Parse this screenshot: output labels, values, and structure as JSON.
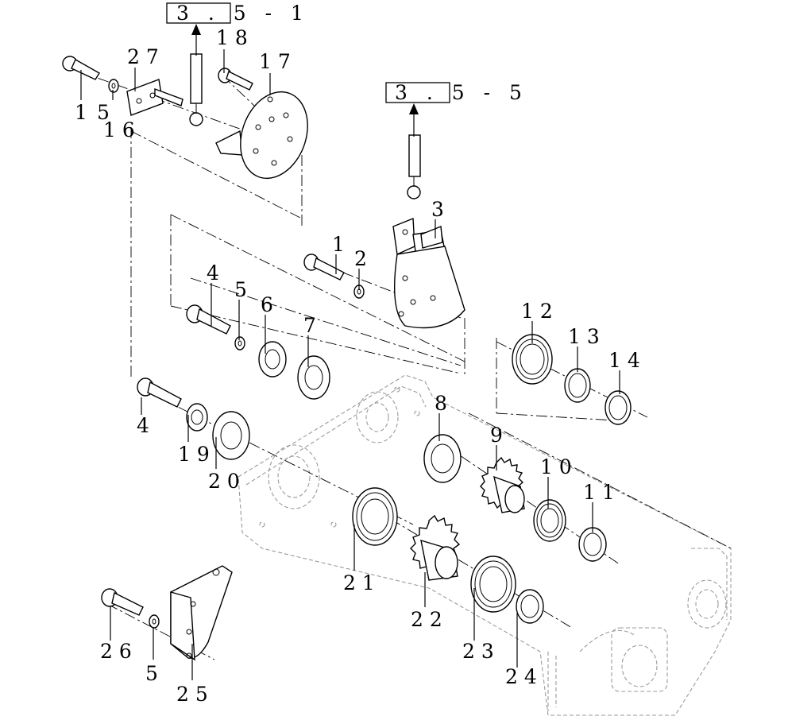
{
  "references": [
    {
      "id": "ref-top",
      "text": "3 . 5 - 1"
    },
    {
      "id": "ref-mid",
      "text": "3 . 5 - 5"
    }
  ],
  "labels": {
    "l1a": "1",
    "l1b": "1",
    "l2": "2",
    "l3": "3",
    "l4a": "4",
    "l4b": "4",
    "l5a": "5",
    "l5b": "5",
    "l5c": "5",
    "l6": "6",
    "l7": "7",
    "l8": "8",
    "l9": "9",
    "l10": "10",
    "l11": "11",
    "l12": "12",
    "l13": "13",
    "l14": "14",
    "l16": "16",
    "l17": "17",
    "l18": "18",
    "l19": "19",
    "l20": "20",
    "l21": "21",
    "l22": "22",
    "l23": "23",
    "l24": "24",
    "l25": "25",
    "l26": "26",
    "l27": "27"
  }
}
